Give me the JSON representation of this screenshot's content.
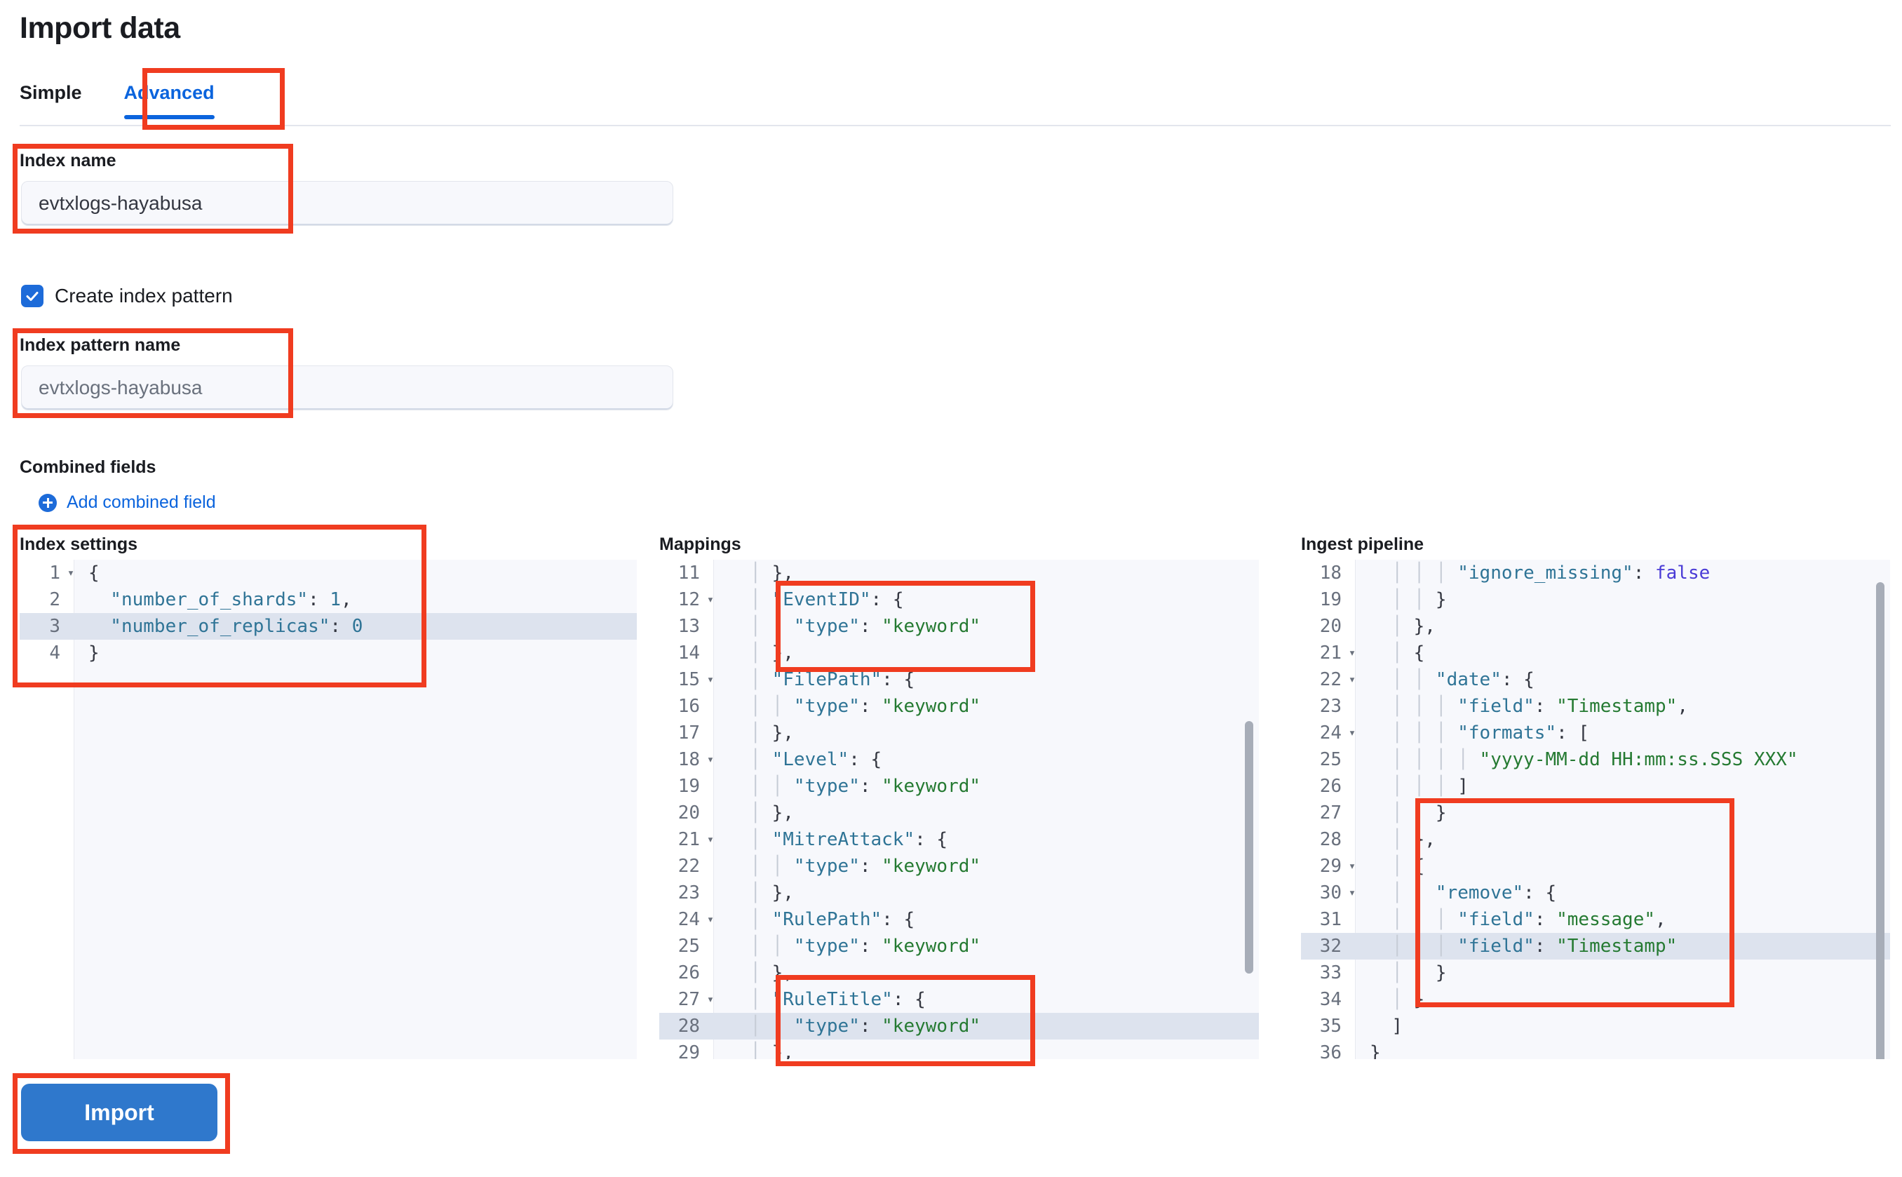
{
  "page": {
    "title": "Import data"
  },
  "tabs": [
    {
      "label": "Simple",
      "active": false
    },
    {
      "label": "Advanced",
      "active": true
    }
  ],
  "index_name": {
    "label": "Index name",
    "value": "evtxlogs-hayabusa"
  },
  "create_index_pattern": {
    "label": "Create index pattern",
    "checked": true,
    "icon": "check-icon"
  },
  "index_pattern_name": {
    "label": "Index pattern name",
    "placeholder": "evtxlogs-hayabusa"
  },
  "combined_fields": {
    "heading": "Combined fields",
    "add_link": "Add combined field",
    "add_icon": "plus-circle-icon"
  },
  "editors": {
    "index_settings": {
      "heading": "Index settings",
      "highlighted_line": 3,
      "lines": [
        {
          "n": 1,
          "fold": true,
          "tokens": [
            {
              "t": "{",
              "c": "p"
            }
          ]
        },
        {
          "n": 2,
          "fold": false,
          "tokens": [
            {
              "t": "  \"number_of_shards\"",
              "c": "k"
            },
            {
              "t": ": ",
              "c": "p"
            },
            {
              "t": "1",
              "c": "n"
            },
            {
              "t": ",",
              "c": "p"
            }
          ]
        },
        {
          "n": 3,
          "fold": false,
          "tokens": [
            {
              "t": "  \"number_of_replicas\"",
              "c": "k"
            },
            {
              "t": ": ",
              "c": "p"
            },
            {
              "t": "0",
              "c": "n"
            }
          ]
        },
        {
          "n": 4,
          "fold": false,
          "tokens": [
            {
              "t": "}",
              "c": "p"
            }
          ]
        }
      ]
    },
    "mappings": {
      "heading": "Mappings",
      "highlighted_line": 28,
      "lines": [
        {
          "n": 11,
          "fold": false,
          "tokens": [
            {
              "t": "  │ ",
              "c": "guide"
            },
            {
              "t": "},",
              "c": "p"
            }
          ]
        },
        {
          "n": 12,
          "fold": true,
          "tokens": [
            {
              "t": "  │ ",
              "c": "guide"
            },
            {
              "t": "\"EventID\"",
              "c": "k"
            },
            {
              "t": ": {",
              "c": "p"
            }
          ]
        },
        {
          "n": 13,
          "fold": false,
          "tokens": [
            {
              "t": "  │ │ ",
              "c": "guide"
            },
            {
              "t": "\"type\"",
              "c": "k"
            },
            {
              "t": ": ",
              "c": "p"
            },
            {
              "t": "\"keyword\"",
              "c": "s"
            }
          ]
        },
        {
          "n": 14,
          "fold": false,
          "tokens": [
            {
              "t": "  │ ",
              "c": "guide"
            },
            {
              "t": "},",
              "c": "p"
            }
          ]
        },
        {
          "n": 15,
          "fold": true,
          "tokens": [
            {
              "t": "  │ ",
              "c": "guide"
            },
            {
              "t": "\"FilePath\"",
              "c": "k"
            },
            {
              "t": ": {",
              "c": "p"
            }
          ]
        },
        {
          "n": 16,
          "fold": false,
          "tokens": [
            {
              "t": "  │ │ ",
              "c": "guide"
            },
            {
              "t": "\"type\"",
              "c": "k"
            },
            {
              "t": ": ",
              "c": "p"
            },
            {
              "t": "\"keyword\"",
              "c": "s"
            }
          ]
        },
        {
          "n": 17,
          "fold": false,
          "tokens": [
            {
              "t": "  │ ",
              "c": "guide"
            },
            {
              "t": "},",
              "c": "p"
            }
          ]
        },
        {
          "n": 18,
          "fold": true,
          "tokens": [
            {
              "t": "  │ ",
              "c": "guide"
            },
            {
              "t": "\"Level\"",
              "c": "k"
            },
            {
              "t": ": {",
              "c": "p"
            }
          ]
        },
        {
          "n": 19,
          "fold": false,
          "tokens": [
            {
              "t": "  │ │ ",
              "c": "guide"
            },
            {
              "t": "\"type\"",
              "c": "k"
            },
            {
              "t": ": ",
              "c": "p"
            },
            {
              "t": "\"keyword\"",
              "c": "s"
            }
          ]
        },
        {
          "n": 20,
          "fold": false,
          "tokens": [
            {
              "t": "  │ ",
              "c": "guide"
            },
            {
              "t": "},",
              "c": "p"
            }
          ]
        },
        {
          "n": 21,
          "fold": true,
          "tokens": [
            {
              "t": "  │ ",
              "c": "guide"
            },
            {
              "t": "\"MitreAttack\"",
              "c": "k"
            },
            {
              "t": ": {",
              "c": "p"
            }
          ]
        },
        {
          "n": 22,
          "fold": false,
          "tokens": [
            {
              "t": "  │ │ ",
              "c": "guide"
            },
            {
              "t": "\"type\"",
              "c": "k"
            },
            {
              "t": ": ",
              "c": "p"
            },
            {
              "t": "\"keyword\"",
              "c": "s"
            }
          ]
        },
        {
          "n": 23,
          "fold": false,
          "tokens": [
            {
              "t": "  │ ",
              "c": "guide"
            },
            {
              "t": "},",
              "c": "p"
            }
          ]
        },
        {
          "n": 24,
          "fold": true,
          "tokens": [
            {
              "t": "  │ ",
              "c": "guide"
            },
            {
              "t": "\"RulePath\"",
              "c": "k"
            },
            {
              "t": ": {",
              "c": "p"
            }
          ]
        },
        {
          "n": 25,
          "fold": false,
          "tokens": [
            {
              "t": "  │ │ ",
              "c": "guide"
            },
            {
              "t": "\"type\"",
              "c": "k"
            },
            {
              "t": ": ",
              "c": "p"
            },
            {
              "t": "\"keyword\"",
              "c": "s"
            }
          ]
        },
        {
          "n": 26,
          "fold": false,
          "tokens": [
            {
              "t": "  │ ",
              "c": "guide"
            },
            {
              "t": "},",
              "c": "p"
            }
          ]
        },
        {
          "n": 27,
          "fold": true,
          "tokens": [
            {
              "t": "  │ ",
              "c": "guide"
            },
            {
              "t": "\"RuleTitle\"",
              "c": "k"
            },
            {
              "t": ": {",
              "c": "p"
            }
          ]
        },
        {
          "n": 28,
          "fold": false,
          "tokens": [
            {
              "t": "  │ │ ",
              "c": "guide"
            },
            {
              "t": "\"type\"",
              "c": "k"
            },
            {
              "t": ": ",
              "c": "p"
            },
            {
              "t": "\"keyword\"",
              "c": "s"
            }
          ]
        },
        {
          "n": 29,
          "fold": false,
          "tokens": [
            {
              "t": "  │ ",
              "c": "guide"
            },
            {
              "t": "},",
              "c": "p"
            }
          ]
        }
      ]
    },
    "ingest_pipeline": {
      "heading": "Ingest pipeline",
      "highlighted_line": 32,
      "lines": [
        {
          "n": 18,
          "fold": false,
          "tokens": [
            {
              "t": "  │ │ │ ",
              "c": "guide"
            },
            {
              "t": "\"ignore_missing\"",
              "c": "k"
            },
            {
              "t": ": ",
              "c": "p"
            },
            {
              "t": "false",
              "c": "b"
            }
          ]
        },
        {
          "n": 19,
          "fold": false,
          "tokens": [
            {
              "t": "  │ │ ",
              "c": "guide"
            },
            {
              "t": "}",
              "c": "p"
            }
          ]
        },
        {
          "n": 20,
          "fold": false,
          "tokens": [
            {
              "t": "  │ ",
              "c": "guide"
            },
            {
              "t": "},",
              "c": "p"
            }
          ]
        },
        {
          "n": 21,
          "fold": true,
          "tokens": [
            {
              "t": "  │ ",
              "c": "guide"
            },
            {
              "t": "{",
              "c": "p"
            }
          ]
        },
        {
          "n": 22,
          "fold": true,
          "tokens": [
            {
              "t": "  │ │ ",
              "c": "guide"
            },
            {
              "t": "\"date\"",
              "c": "k"
            },
            {
              "t": ": {",
              "c": "p"
            }
          ]
        },
        {
          "n": 23,
          "fold": false,
          "tokens": [
            {
              "t": "  │ │ │ ",
              "c": "guide"
            },
            {
              "t": "\"field\"",
              "c": "k"
            },
            {
              "t": ": ",
              "c": "p"
            },
            {
              "t": "\"Timestamp\"",
              "c": "s"
            },
            {
              "t": ",",
              "c": "p"
            }
          ]
        },
        {
          "n": 24,
          "fold": true,
          "tokens": [
            {
              "t": "  │ │ │ ",
              "c": "guide"
            },
            {
              "t": "\"formats\"",
              "c": "k"
            },
            {
              "t": ": [",
              "c": "p"
            }
          ]
        },
        {
          "n": 25,
          "fold": false,
          "tokens": [
            {
              "t": "  │ │ │ │ ",
              "c": "guide"
            },
            {
              "t": "\"yyyy-MM-dd HH:mm:ss.SSS XXX\"",
              "c": "s"
            }
          ]
        },
        {
          "n": 26,
          "fold": false,
          "tokens": [
            {
              "t": "  │ │ │ ",
              "c": "guide"
            },
            {
              "t": "]",
              "c": "p"
            }
          ]
        },
        {
          "n": 27,
          "fold": false,
          "tokens": [
            {
              "t": "  │ │ ",
              "c": "guide"
            },
            {
              "t": "}",
              "c": "p"
            }
          ]
        },
        {
          "n": 28,
          "fold": false,
          "tokens": [
            {
              "t": "  │ ",
              "c": "guide"
            },
            {
              "t": "},",
              "c": "p"
            }
          ]
        },
        {
          "n": 29,
          "fold": true,
          "tokens": [
            {
              "t": "  │ ",
              "c": "guide"
            },
            {
              "t": "{",
              "c": "p"
            }
          ]
        },
        {
          "n": 30,
          "fold": true,
          "tokens": [
            {
              "t": "  │ │ ",
              "c": "guide"
            },
            {
              "t": "\"remove\"",
              "c": "k"
            },
            {
              "t": ": {",
              "c": "p"
            }
          ]
        },
        {
          "n": 31,
          "fold": false,
          "tokens": [
            {
              "t": "  │ │ │ ",
              "c": "guide"
            },
            {
              "t": "\"field\"",
              "c": "k"
            },
            {
              "t": ": ",
              "c": "p"
            },
            {
              "t": "\"message\"",
              "c": "s"
            },
            {
              "t": ",",
              "c": "p"
            }
          ]
        },
        {
          "n": 32,
          "fold": false,
          "tokens": [
            {
              "t": "  │ │ │ ",
              "c": "guide"
            },
            {
              "t": "\"field\"",
              "c": "k"
            },
            {
              "t": ": ",
              "c": "p"
            },
            {
              "t": "\"Timestamp\"",
              "c": "s"
            }
          ]
        },
        {
          "n": 33,
          "fold": false,
          "tokens": [
            {
              "t": "  │ │ ",
              "c": "guide"
            },
            {
              "t": "}",
              "c": "p"
            }
          ]
        },
        {
          "n": 34,
          "fold": false,
          "tokens": [
            {
              "t": "  │ ",
              "c": "guide"
            },
            {
              "t": "}",
              "c": "p"
            }
          ]
        },
        {
          "n": 35,
          "fold": false,
          "tokens": [
            {
              "t": "  ",
              "c": "guide"
            },
            {
              "t": "]",
              "c": "p"
            }
          ]
        },
        {
          "n": 36,
          "fold": false,
          "tokens": [
            {
              "t": "",
              "c": "guide"
            },
            {
              "t": "}",
              "c": "p"
            }
          ]
        }
      ]
    }
  },
  "import_button": {
    "label": "Import"
  },
  "colors": {
    "accent": "#0b64dd",
    "annotation": "#f03c20",
    "button": "#2f78cc",
    "json_key": "#2f7496",
    "json_string": "#257a32",
    "json_boolean": "#4a3bd6"
  }
}
